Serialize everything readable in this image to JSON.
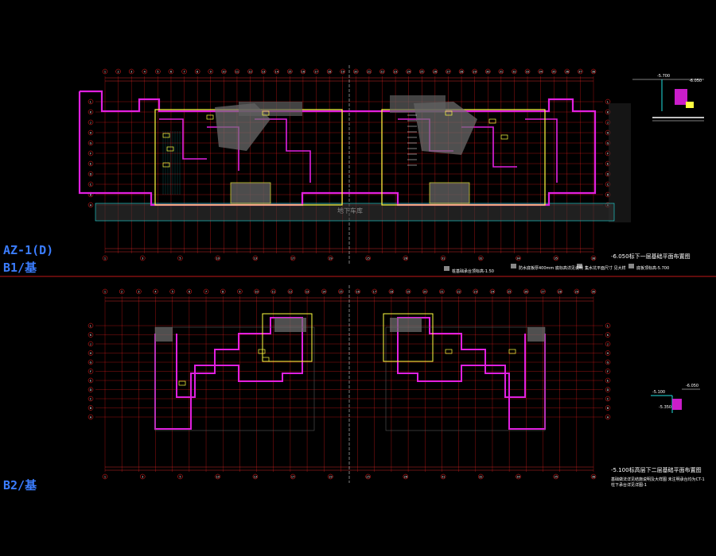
{
  "sheet": {
    "code": "AZ-1(D)",
    "b1_label": "B1/基",
    "b2_label": "B2/基"
  },
  "colors": {
    "background": "#000000",
    "axis": "#ff2020",
    "wall": "#e020e0",
    "core": "#ffff40",
    "dim": "#ff3030",
    "text": "#ffffff",
    "label": "#3b7dff",
    "hatch": "#888888",
    "cyan": "#20e0e0"
  },
  "plans": {
    "b1": {
      "title": "-6.050标下一层基础平面布置图",
      "center_tag": "地下车库",
      "grid_top": [
        "1",
        "2",
        "3",
        "4",
        "5",
        "6",
        "7",
        "8",
        "9",
        "10",
        "11",
        "12",
        "13",
        "14",
        "15",
        "16",
        "17",
        "18",
        "19",
        "20",
        "21",
        "22",
        "23",
        "24",
        "25",
        "26",
        "27",
        "28",
        "29",
        "30",
        "31",
        "32",
        "33",
        "34",
        "35",
        "36",
        "37",
        "38"
      ],
      "grid_bottom": [
        "1",
        "3",
        "5",
        "10",
        "13",
        "17",
        "19",
        "25",
        "26",
        "31",
        "32",
        "34",
        "35",
        "38"
      ],
      "grid_side": [
        "L",
        "K",
        "J",
        "H",
        "G",
        "F",
        "E",
        "D",
        "C",
        "B",
        "A"
      ],
      "legend": [
        "桩基础承台顶标高-1.50",
        "防水底板厚400mm 底标高详见说明",
        "集水坑平面尺寸 见大样",
        "底板顶标高-5.700"
      ]
    },
    "b2": {
      "title": "-5.100标高层下二层基础平面布置图",
      "note_line1": "基础做法详见结施说明及大样图 未注明承台均为CT-1",
      "note_line2": "柱下承台详见详图-1",
      "grid_side": [
        "L",
        "K",
        "J",
        "H",
        "G",
        "F",
        "E",
        "D",
        "C",
        "B",
        "A"
      ]
    }
  },
  "details": {
    "top_right": [
      "-5.700",
      "-6.050"
    ],
    "mid_right": [
      "-5.100",
      "-6.050",
      "-5.350"
    ]
  }
}
